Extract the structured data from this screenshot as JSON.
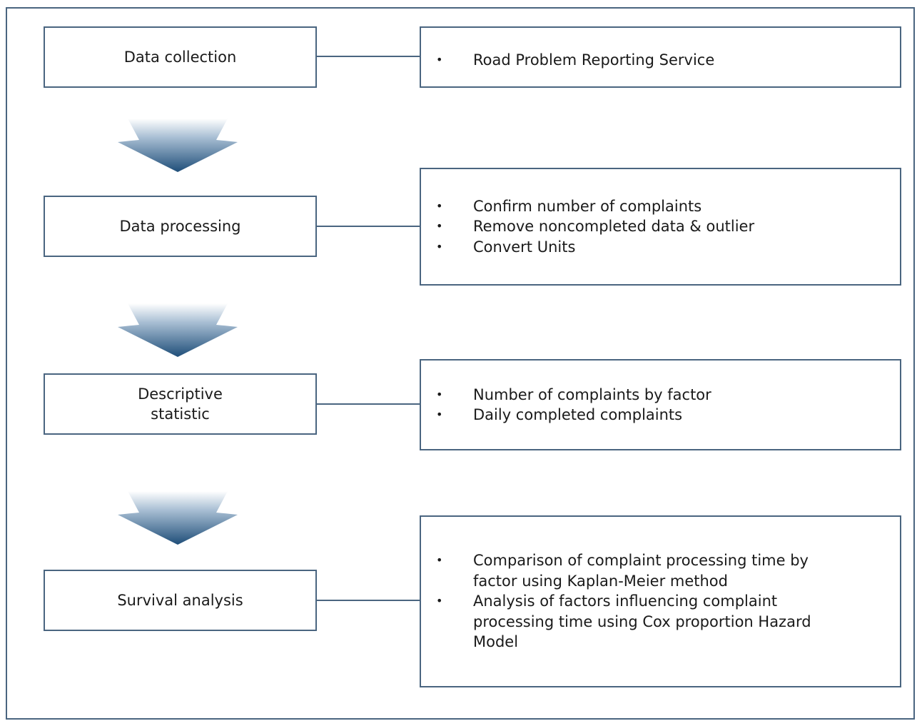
{
  "steps": [
    {
      "label": "Data collection",
      "details": [
        "Road Problem Reporting Service"
      ]
    },
    {
      "label": "Data processing",
      "details": [
        "Confirm number of complaints",
        "Remove noncompleted data & outlier",
        "Convert Units"
      ]
    },
    {
      "label": "Descriptive statistic",
      "details": [
        "Number of complaints by factor",
        "Daily completed complaints"
      ]
    },
    {
      "label": "Survival analysis",
      "details": [
        "Comparison of complaint processing time by factor using Kaplan-Meier method",
        "Analysis of factors influencing complaint processing time using Cox proportion Hazard Model"
      ]
    }
  ],
  "bullet_symbol": "•",
  "colors": {
    "border": "#4a6580",
    "arrow_dark": "#1f4e79",
    "arrow_light": "#ffffff"
  }
}
